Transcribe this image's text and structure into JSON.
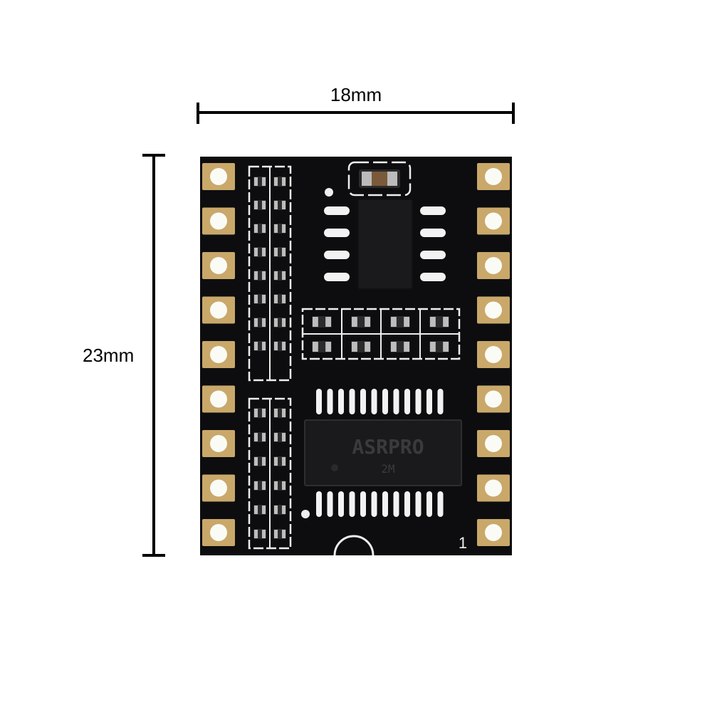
{
  "dimensions": {
    "width_label": "18mm",
    "height_label": "23mm"
  },
  "board": {
    "main_chip_marking": "ASRPRO",
    "main_chip_sub_marking": "2M",
    "pin1_marker": "1",
    "pads_per_side": 9,
    "colors": {
      "pcb": "#0d0d0f",
      "gold_pad": "#c9a86a",
      "silkscreen": "#f2f2f2",
      "chip": "#1a1a1c",
      "dimension_line": "#000000"
    }
  }
}
